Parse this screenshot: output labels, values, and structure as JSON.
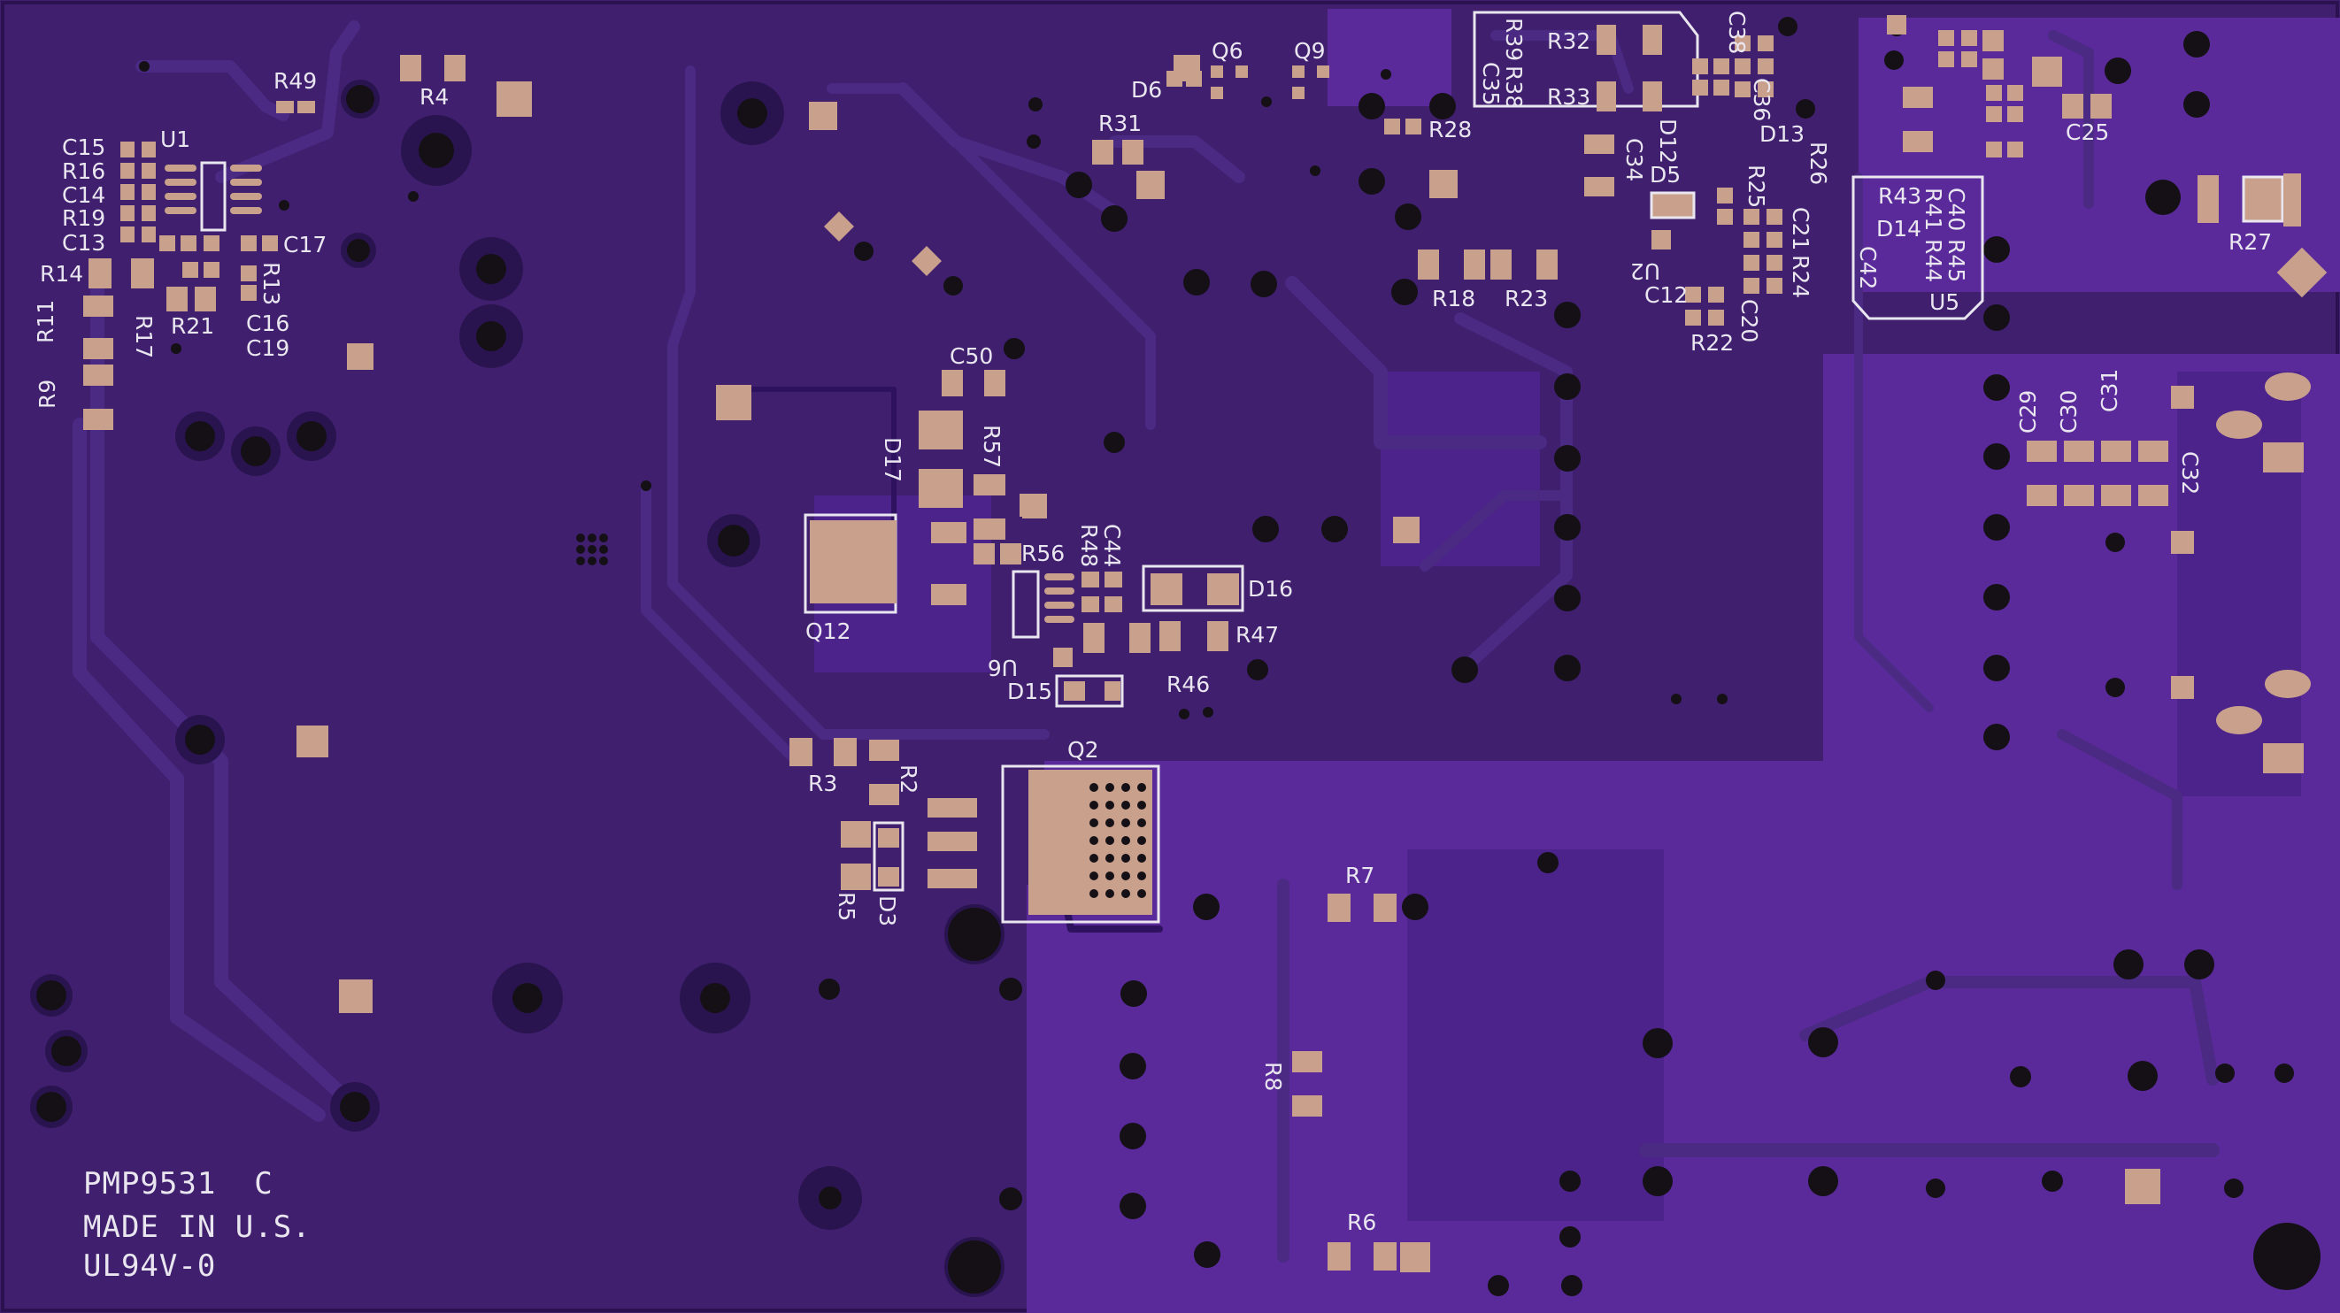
{
  "board": {
    "colors": {
      "substrate": "#3f1f6e",
      "copper_pour": "#5a2a9a",
      "trace": "#4a2a82",
      "pad": "#c9a08c",
      "silkscreen": "#e9e6f0",
      "drill": "#141016"
    },
    "marking": {
      "line1": "PMP9531  C",
      "line2": "MADE IN U.S.",
      "line3": "UL94V-0"
    },
    "designators": {
      "R49": "R49",
      "R4": "R4",
      "U1": "U1",
      "C15": "C15",
      "R16": "R16",
      "C14": "C14",
      "R19": "R19",
      "C13": "C13",
      "C17": "C17",
      "R14": "R14",
      "R13": "R13",
      "R11": "R11",
      "R17": "R17",
      "R21": "R21",
      "C16": "C16",
      "C19": "C19",
      "R9": "R9",
      "Q6": "Q6",
      "Q9": "Q9",
      "D6": "D6",
      "R31": "R31",
      "R28": "R28",
      "R39": "R39",
      "R38": "R38",
      "C35": "C35",
      "R32": "R32",
      "R33": "R33",
      "C38": "C38",
      "C36": "C36",
      "D13": "D13",
      "D12": "D12",
      "C34": "C34",
      "D5": "D5",
      "R26": "R26",
      "R25": "R25",
      "C21": "C21",
      "R24": "R24",
      "U2": "U2",
      "C12": "C12",
      "C20": "C20",
      "R22": "R22",
      "R18": "R18",
      "R23": "R23",
      "C25": "C25",
      "R43": "R43",
      "R41": "R41",
      "C40": "C40",
      "R45": "R45",
      "D14": "D14",
      "R44": "R44",
      "C42": "C42",
      "U5": "U5",
      "R27": "R27",
      "C29": "C29",
      "C30": "C30",
      "C31": "C31",
      "C32": "C32",
      "C50": "C50",
      "D17": "D17",
      "R57": "R57",
      "R56": "R56",
      "R48": "R48",
      "C44": "C44",
      "D16": "D16",
      "Q12": "Q12",
      "U6": "U6",
      "R47": "R47",
      "R46": "R46",
      "D15": "D15",
      "Q2": "Q2",
      "R3": "R3",
      "R2": "R2",
      "R5": "R5",
      "D3": "D3",
      "R7": "R7",
      "R8": "R8",
      "R6": "R6"
    }
  }
}
